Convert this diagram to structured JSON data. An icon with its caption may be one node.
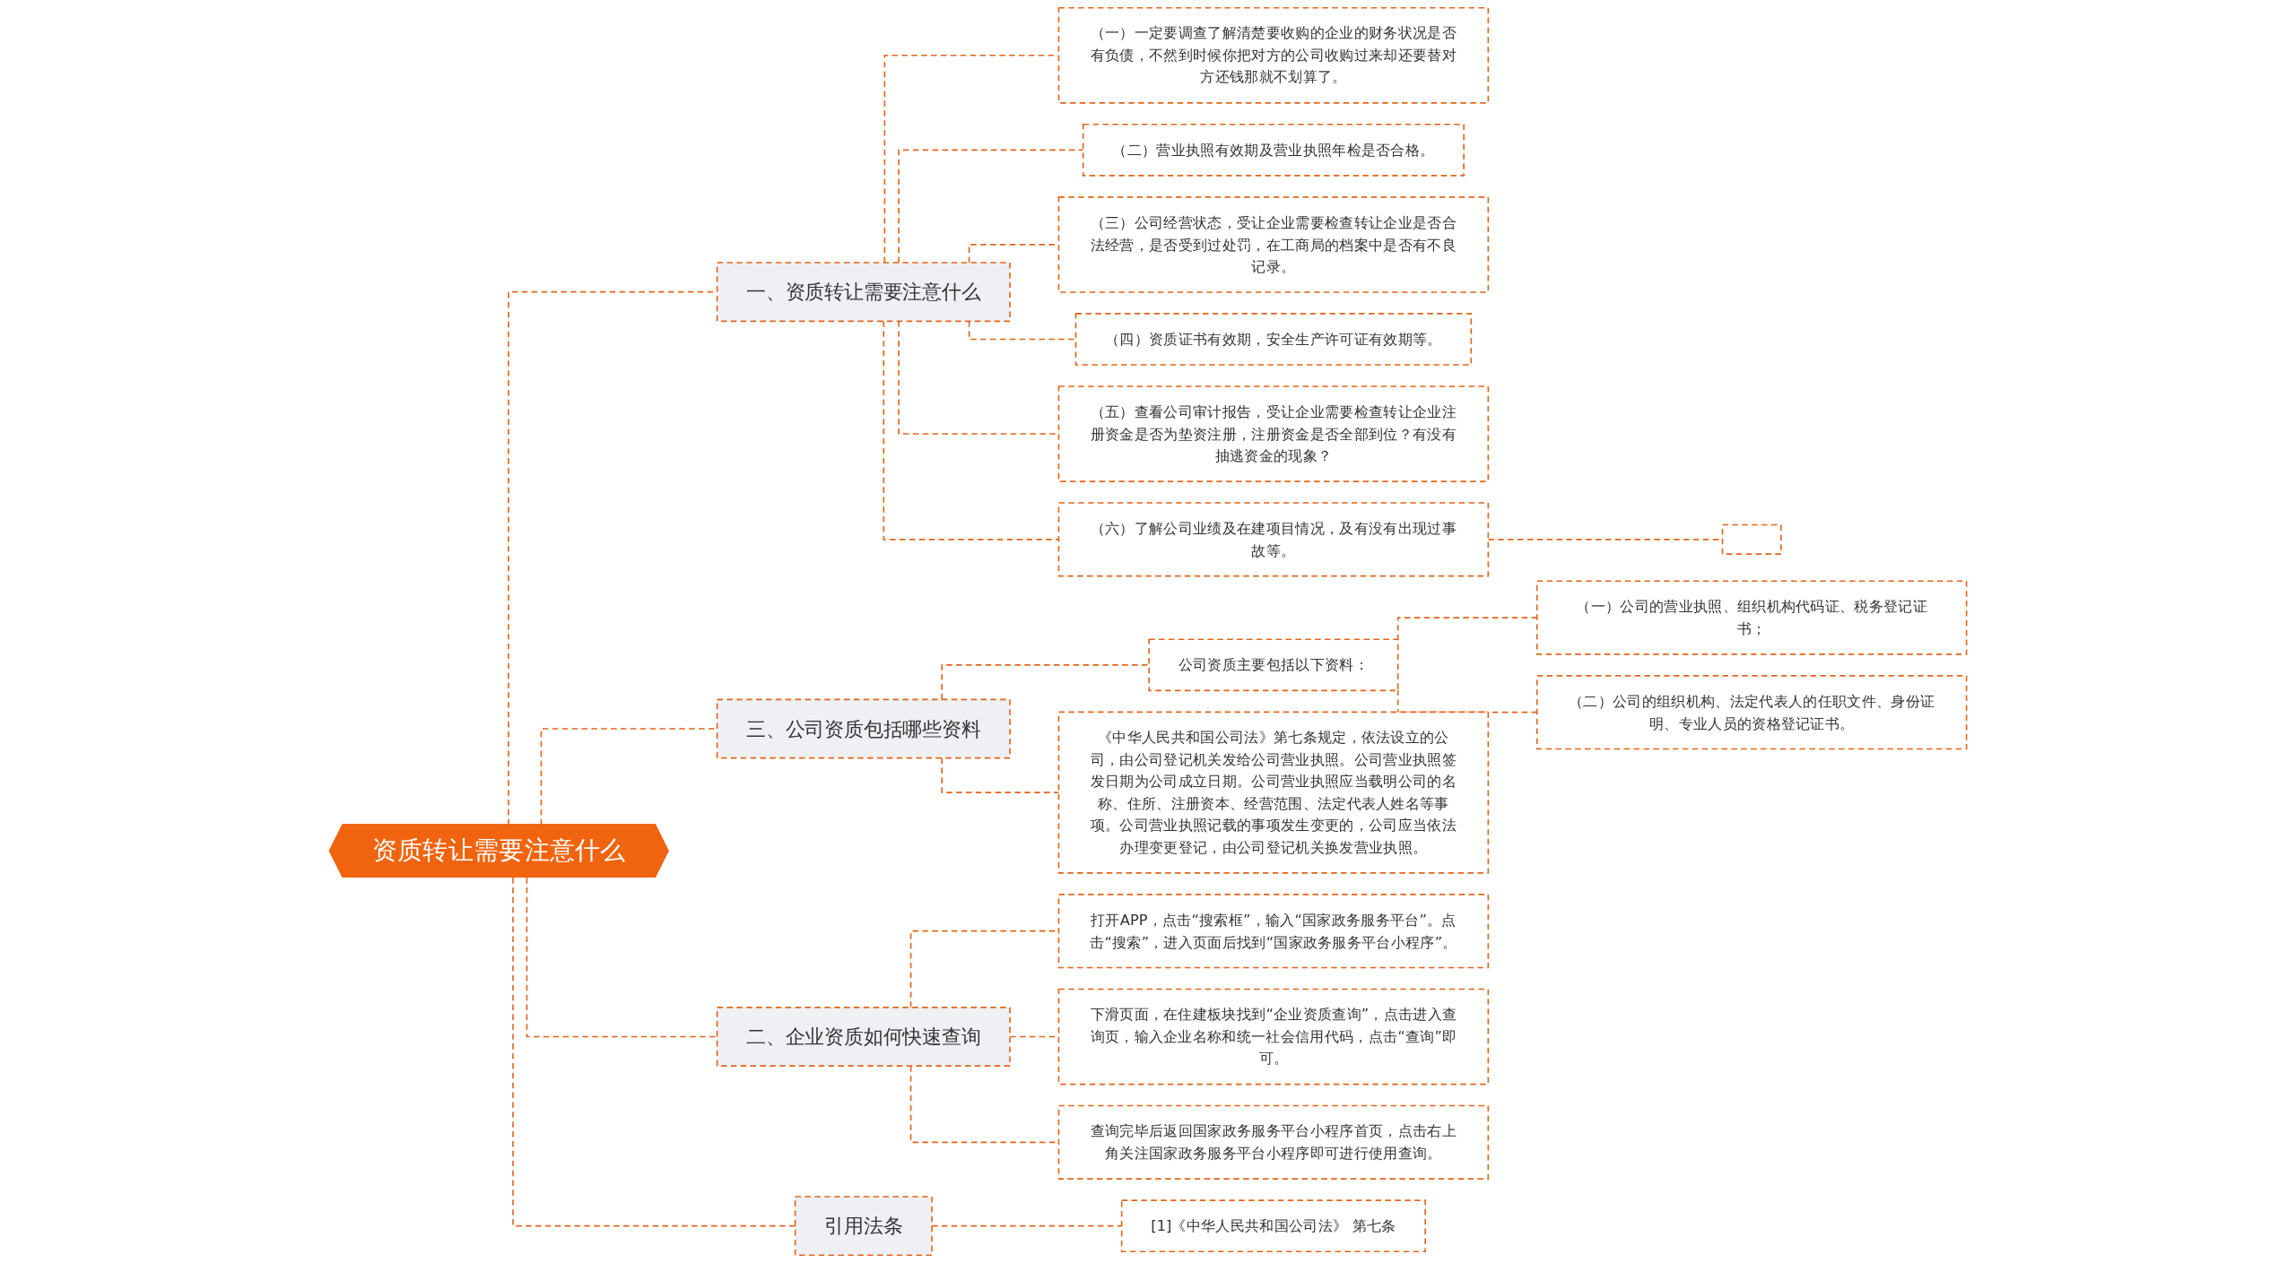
{
  "diagram": {
    "nodes": [
      {
        "text": [
          "资质转让需要注意什么"
        ]
      },
      {
        "text": [
          "一、资质转让需要注意什么"
        ]
      },
      {
        "text": [
          "（一）一定要调查了解清楚要收购的企业的财务状况是否有负债，不然到时候你把对方的公司收购过来却还要替对方还钱那就不划算了。"
        ]
      },
      {
        "text": [
          "（二）营业执照有效期及营业执照年检是否合格。"
        ]
      },
      {
        "text": [
          "（三）公司经营状态，受让企业需要检查转让企业是否合法经营，是否受到过处罚，在工商局的档案中是否有不良记录。"
        ]
      },
      {
        "text": [
          "（四）资质证书有效期，安全生产许可证有效期等。"
        ]
      },
      {
        "text": [
          "（五）查看公司审计报告，受让企业需要检查转让企业注册资金是否为垫资注册，注册资金是否全部到位？有没有抽逃资金的现象？"
        ]
      },
      {
        "text": [
          "（六）了解公司业绩及在建项目情况，及有没有出现过事故等。"
        ]
      },
      {
        "text": [],
        "shape": "box"
      },
      {
        "text": [
          "三、公司资质包括哪些资料"
        ]
      },
      {
        "text": [
          "公司资质主要包括以下资料："
        ]
      },
      {
        "text": [
          "（一）公司的营业执照、组织机构代码证、税务登记证书；"
        ]
      },
      {
        "text": [
          "（二）公司的组织机构、法定代表人的任职文件、身份证明、专业人员的资格登记证书。"
        ]
      },
      {
        "text": [
          "《中华人民共和国公司法》第七条规定，依法设立的公司，由公司登记机关发给公司营业执照。公司营业执照签发日期为公司成立日期。公司营业执照应当载明公司的名称、住所、注册资本、经营范围、法定代表人姓名等事项。公司营业执照记载的事项发生变更的，公司应当依法办理变更登记，由公司登记机关换发营业执照。"
        ]
      },
      {
        "text": [
          "二、企业资质如何快速查询"
        ]
      },
      {
        "text": [
          "打开APP，点击“搜索框”，输入“国家政务服务平台”。点击“搜索”，进入页面后找到“国家政务服务平台小程序”。"
        ]
      },
      {
        "text": [
          "下滑页面，在住建板块找到“企业资质查询”，点击进入查询页，输入企业名称和统一社会信用代码，点击“查询”即可。"
        ]
      },
      {
        "text": [
          "查询完毕后返回国家政务服务平台小程序首页，点击右上角关注国家政务服务平台小程序即可进行使用查询。"
        ]
      },
      {
        "text": [
          "引用法条"
        ]
      },
      {
        "text": [
          "[1]《中华人民共和国公司法》 第七条"
        ]
      }
    ],
    "edges": [
      {
        "from": 0,
        "to": 1,
        "arrow": "none",
        "style": "dashed"
      },
      {
        "from": 1,
        "to": 2,
        "arrow": "none",
        "style": "dashed"
      },
      {
        "from": 1,
        "to": 3,
        "arrow": "none",
        "style": "dashed"
      },
      {
        "from": 1,
        "to": 4,
        "arrow": "none",
        "style": "dashed"
      },
      {
        "from": 1,
        "to": 5,
        "arrow": "none",
        "style": "dashed"
      },
      {
        "from": 1,
        "to": 6,
        "arrow": "none",
        "style": "dashed"
      },
      {
        "from": 1,
        "to": 7,
        "arrow": "none",
        "style": "dashed"
      },
      {
        "from": 7,
        "to": 8,
        "arrow": "none",
        "style": "dashed"
      },
      {
        "from": 0,
        "to": 9,
        "arrow": "none",
        "style": "dashed"
      },
      {
        "from": 9,
        "to": 10,
        "arrow": "none",
        "style": "dashed"
      },
      {
        "from": 10,
        "to": 11,
        "arrow": "none",
        "style": "dashed"
      },
      {
        "from": 10,
        "to": 12,
        "arrow": "none",
        "style": "dashed"
      },
      {
        "from": 9,
        "to": 13,
        "arrow": "none",
        "style": "dashed"
      },
      {
        "from": 0,
        "to": 14,
        "arrow": "none",
        "style": "dashed"
      },
      {
        "from": 14,
        "to": 15,
        "arrow": "none",
        "style": "dashed"
      },
      {
        "from": 14,
        "to": 16,
        "arrow": "none",
        "style": "dashed"
      },
      {
        "from": 14,
        "to": 17,
        "arrow": "none",
        "style": "dashed"
      },
      {
        "from": 0,
        "to": 18,
        "arrow": "none",
        "style": "dashed"
      },
      {
        "from": 18,
        "to": 19,
        "arrow": "none",
        "style": "dashed"
      }
    ]
  }
}
